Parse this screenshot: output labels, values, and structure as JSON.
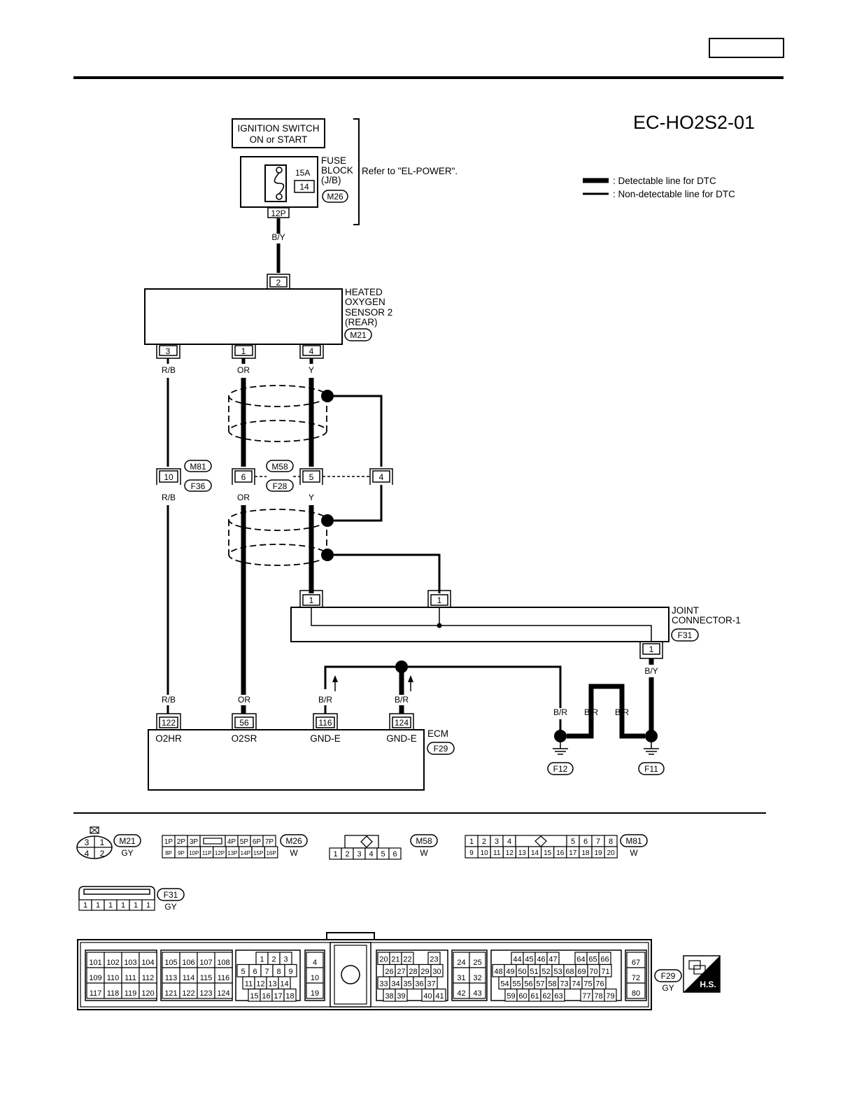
{
  "header": {
    "diagram_id": "EC-HO2S2-01",
    "page_box": ""
  },
  "legend": {
    "detectable": ": Detectable line for DTC",
    "non_detectable": ": Non-detectable line for DTC"
  },
  "ignition": {
    "line1": "IGNITION SWITCH",
    "line2": "ON or START"
  },
  "fuse": {
    "label1": "FUSE",
    "label2": "BLOCK",
    "label3": "(J/B)",
    "rating": "15A",
    "number": "14",
    "connector": "M26",
    "terminal": "12P",
    "refer": "Refer to \"EL-POWER\"."
  },
  "sensor": {
    "line1": "HEATED",
    "line2": "OXYGEN",
    "line3": "SENSOR 2",
    "line4": "(REAR)",
    "connector": "M21",
    "pin_top": "2",
    "pins": [
      "3",
      "1",
      "4"
    ]
  },
  "wires": {
    "by": "B/Y",
    "rb": "R/B",
    "or": "OR",
    "y": "Y",
    "br": "B/R"
  },
  "mid_connectors": {
    "m81": "M81",
    "f36": "F36",
    "m58": "M58",
    "f28": "F28",
    "pin10": "10",
    "pin6": "6",
    "pin5": "5",
    "pin4": "4"
  },
  "joint": {
    "line1": "JOINT",
    "line2": "CONNECTOR-1",
    "connector": "F31",
    "pin_a": "1",
    "pin_b": "1",
    "pin_c": "1"
  },
  "ecm": {
    "label": "ECM",
    "connector": "F29",
    "pins": [
      "122",
      "56",
      "116",
      "124"
    ],
    "names": [
      "O2HR",
      "O2SR",
      "GND-E",
      "GND-E"
    ]
  },
  "grounds": {
    "f12": "F12",
    "f11": "F11"
  },
  "connector_views": {
    "m21": {
      "id": "M21",
      "color": "GY",
      "pins": [
        "3",
        "1",
        "4",
        "2"
      ]
    },
    "m26": {
      "id": "M26",
      "color": "W",
      "top": [
        "1P",
        "2P",
        "3P",
        "4P",
        "5P",
        "6P",
        "7P"
      ],
      "bottom": [
        "8P",
        "9P",
        "10P",
        "11P",
        "12P",
        "13P",
        "14P",
        "15P",
        "16P"
      ]
    },
    "m58": {
      "id": "M58",
      "color": "W",
      "pins": [
        "1",
        "2",
        "3",
        "4",
        "5",
        "6"
      ]
    },
    "m81": {
      "id": "M81",
      "color": "W",
      "top": [
        "1",
        "2",
        "3",
        "4",
        "5",
        "6",
        "7",
        "8"
      ],
      "bottom": [
        "9",
        "10",
        "11",
        "12",
        "13",
        "14",
        "15",
        "16",
        "17",
        "18",
        "19",
        "20"
      ]
    },
    "f31": {
      "id": "F31",
      "color": "GY",
      "pins": [
        "1",
        "1",
        "1",
        "1",
        "1",
        "1"
      ]
    },
    "f29": {
      "id": "F29",
      "color": "GY",
      "badge": "H.S.",
      "grp1": [
        [
          "101",
          "102",
          "103",
          "104"
        ],
        [
          "109",
          "110",
          "111",
          "112"
        ],
        [
          "117",
          "118",
          "119",
          "120"
        ]
      ],
      "grp2": [
        [
          "105",
          "106",
          "107",
          "108"
        ],
        [
          "113",
          "114",
          "115",
          "116"
        ],
        [
          "121",
          "122",
          "123",
          "124"
        ]
      ],
      "grp3": [
        [
          "1",
          "2",
          "3"
        ],
        [
          "5",
          "6",
          "7",
          "8",
          "9"
        ],
        [
          "11",
          "12",
          "13",
          "14"
        ],
        [
          "15",
          "16",
          "17",
          "18"
        ]
      ],
      "grp4": [
        "4",
        "10",
        "19"
      ],
      "grp5": [
        [
          "20",
          "21",
          "22",
          "23"
        ],
        [
          "26",
          "27",
          "28",
          "29",
          "30"
        ],
        [
          "33",
          "34",
          "35",
          "36",
          "37"
        ],
        [
          "38",
          "39",
          "40",
          "41"
        ]
      ],
      "grp6": [
        [
          "24",
          "25"
        ],
        [
          "31",
          "32"
        ],
        [
          "42",
          "43"
        ]
      ],
      "grp7": [
        [
          "44",
          "45",
          "46",
          "47",
          "64",
          "65",
          "66"
        ],
        [
          "48",
          "49",
          "50",
          "51",
          "52",
          "53",
          "68",
          "69",
          "70",
          "71"
        ],
        [
          "54",
          "55",
          "56",
          "57",
          "58",
          "73",
          "74",
          "75",
          "76"
        ],
        [
          "59",
          "60",
          "61",
          "62",
          "63",
          "77",
          "78",
          "79"
        ]
      ],
      "grp8": [
        "67",
        "72",
        "80"
      ]
    }
  }
}
